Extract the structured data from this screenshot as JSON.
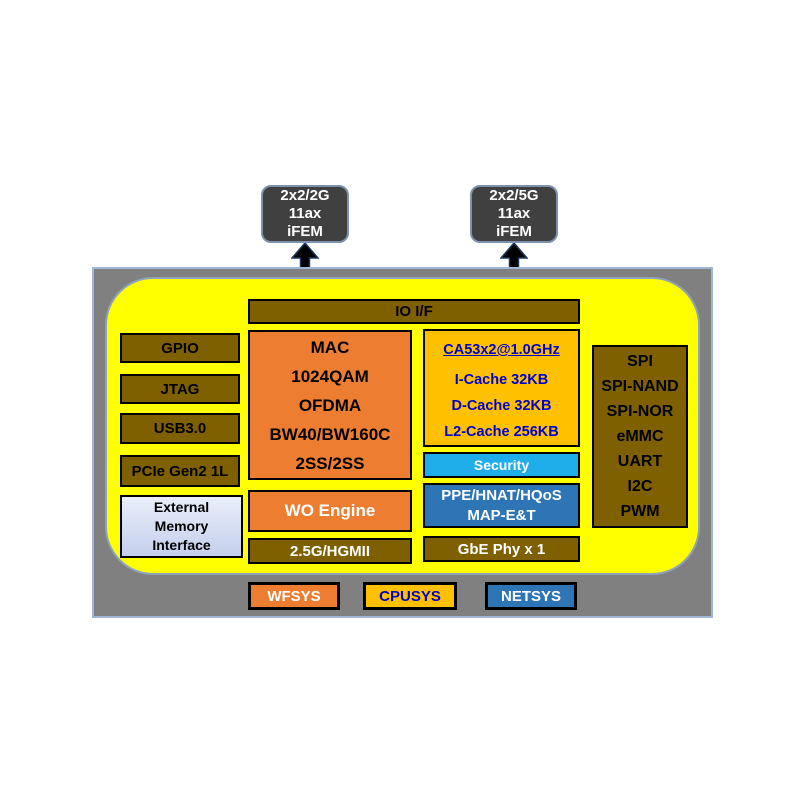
{
  "antennas": [
    {
      "lines": {
        "l0": "2x2/2G",
        "l1": "11ax",
        "l2": "iFEM"
      }
    },
    {
      "lines": {
        "l0": "2x2/5G",
        "l1": "11ax",
        "l2": "iFEM"
      }
    }
  ],
  "io_bar": {
    "label": "IO I/F"
  },
  "left_column": {
    "items": {
      "gpio": "GPIO",
      "jtag": "JTAG",
      "usb": "USB3.0",
      "pcie": "PCIe Gen2 1L"
    },
    "external_memory": {
      "l0": "External",
      "l1": "Memory",
      "l2": "Interface"
    }
  },
  "wfsys": {
    "mac": {
      "l0": "MAC",
      "l1": "1024QAM",
      "l2": "OFDMA",
      "l3": "BW40/BW160C",
      "l4": "2SS/2SS"
    },
    "wo_engine": "WO Engine",
    "hgmii": "2.5G/HGMII"
  },
  "cpusys": {
    "cpu": {
      "title": "CA53x2@1.0GHz",
      "l0": "I-Cache 32KB",
      "l1": "D-Cache 32KB",
      "l2": "L2-Cache 256KB"
    },
    "security": "Security",
    "ppe": {
      "l0": "PPE/HNAT/HQoS",
      "l1": "MAP-E&T"
    },
    "gbe": "GbE Phy x 1"
  },
  "right_column": {
    "l0": "SPI",
    "l1": "SPI-NAND",
    "l2": "SPI-NOR",
    "l3": "eMMC",
    "l4": "UART",
    "l5": "I2C",
    "l6": "PWM"
  },
  "legend": {
    "wfsys": {
      "label": "WFSYS",
      "color": "#ED7D31"
    },
    "cpusys": {
      "label": "CPUSYS",
      "color": "#FFC000"
    },
    "netsys": {
      "label": "NETSYS",
      "color": "#2E75B6"
    }
  },
  "colors": {
    "package_gray": "#808080",
    "soc_yellow": "#FFFF00",
    "dark_khaki": "#7F6000",
    "orange": "#ED7D31",
    "amber": "#FFC000",
    "sky_blue": "#1FAEE9",
    "blue": "#2E75B6",
    "antenna_gray": "#404040",
    "external_memory": "#CDD8EF",
    "text_blue": "#0000D0"
  }
}
